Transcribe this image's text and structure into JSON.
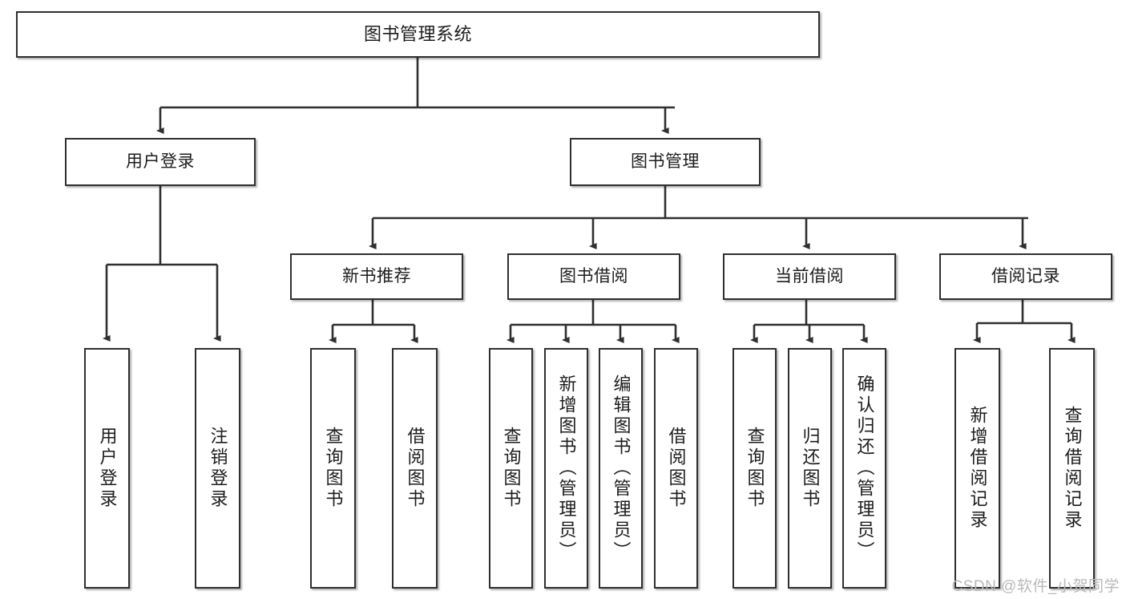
{
  "diagram": {
    "type": "tree",
    "title": "图书管理系统",
    "watermark": "CSDN @软件_小贺同学",
    "colors": {
      "background": "#ffffff",
      "node_border": "#2f2f2f",
      "node_fill": "#ffffff",
      "edge": "#2f2f2f",
      "text": "#1c1c1c",
      "watermark": "#b9b9b9"
    },
    "nodes": {
      "root": {
        "label": "图书管理系统"
      },
      "level2": [
        {
          "id": "user-login",
          "label": "用户登录"
        },
        {
          "id": "book-manage",
          "label": "图书管理"
        }
      ],
      "level3": [
        {
          "id": "new-book-recommend",
          "label": "新书推荐"
        },
        {
          "id": "book-borrow",
          "label": "图书借阅"
        },
        {
          "id": "current-borrow",
          "label": "当前借阅"
        },
        {
          "id": "borrow-record",
          "label": "借阅记录"
        }
      ],
      "leaves": {
        "user-login": [
          {
            "id": "leaf-user-login",
            "label": "用户登录"
          },
          {
            "id": "leaf-logout-login",
            "label": "注销登录"
          }
        ],
        "new-book-recommend": [
          {
            "id": "leaf-query-book-1",
            "label": "查询图书"
          },
          {
            "id": "leaf-borrow-book-1",
            "label": "借阅图书"
          }
        ],
        "book-borrow": [
          {
            "id": "leaf-query-book-2",
            "label": "查询图书"
          },
          {
            "id": "leaf-add-book",
            "label": "新增图书（管理员）"
          },
          {
            "id": "leaf-edit-book",
            "label": "编辑图书（管理员）"
          },
          {
            "id": "leaf-borrow-book-2",
            "label": "借阅图书"
          }
        ],
        "current-borrow": [
          {
            "id": "leaf-query-book-3",
            "label": "查询图书"
          },
          {
            "id": "leaf-return-book",
            "label": "归还图书"
          },
          {
            "id": "leaf-confirm-return",
            "label": "确认归还（管理员）"
          }
        ],
        "borrow-record": [
          {
            "id": "leaf-add-record",
            "label": "新增借阅记录"
          },
          {
            "id": "leaf-query-record",
            "label": "查询借阅记录"
          }
        ]
      }
    }
  }
}
